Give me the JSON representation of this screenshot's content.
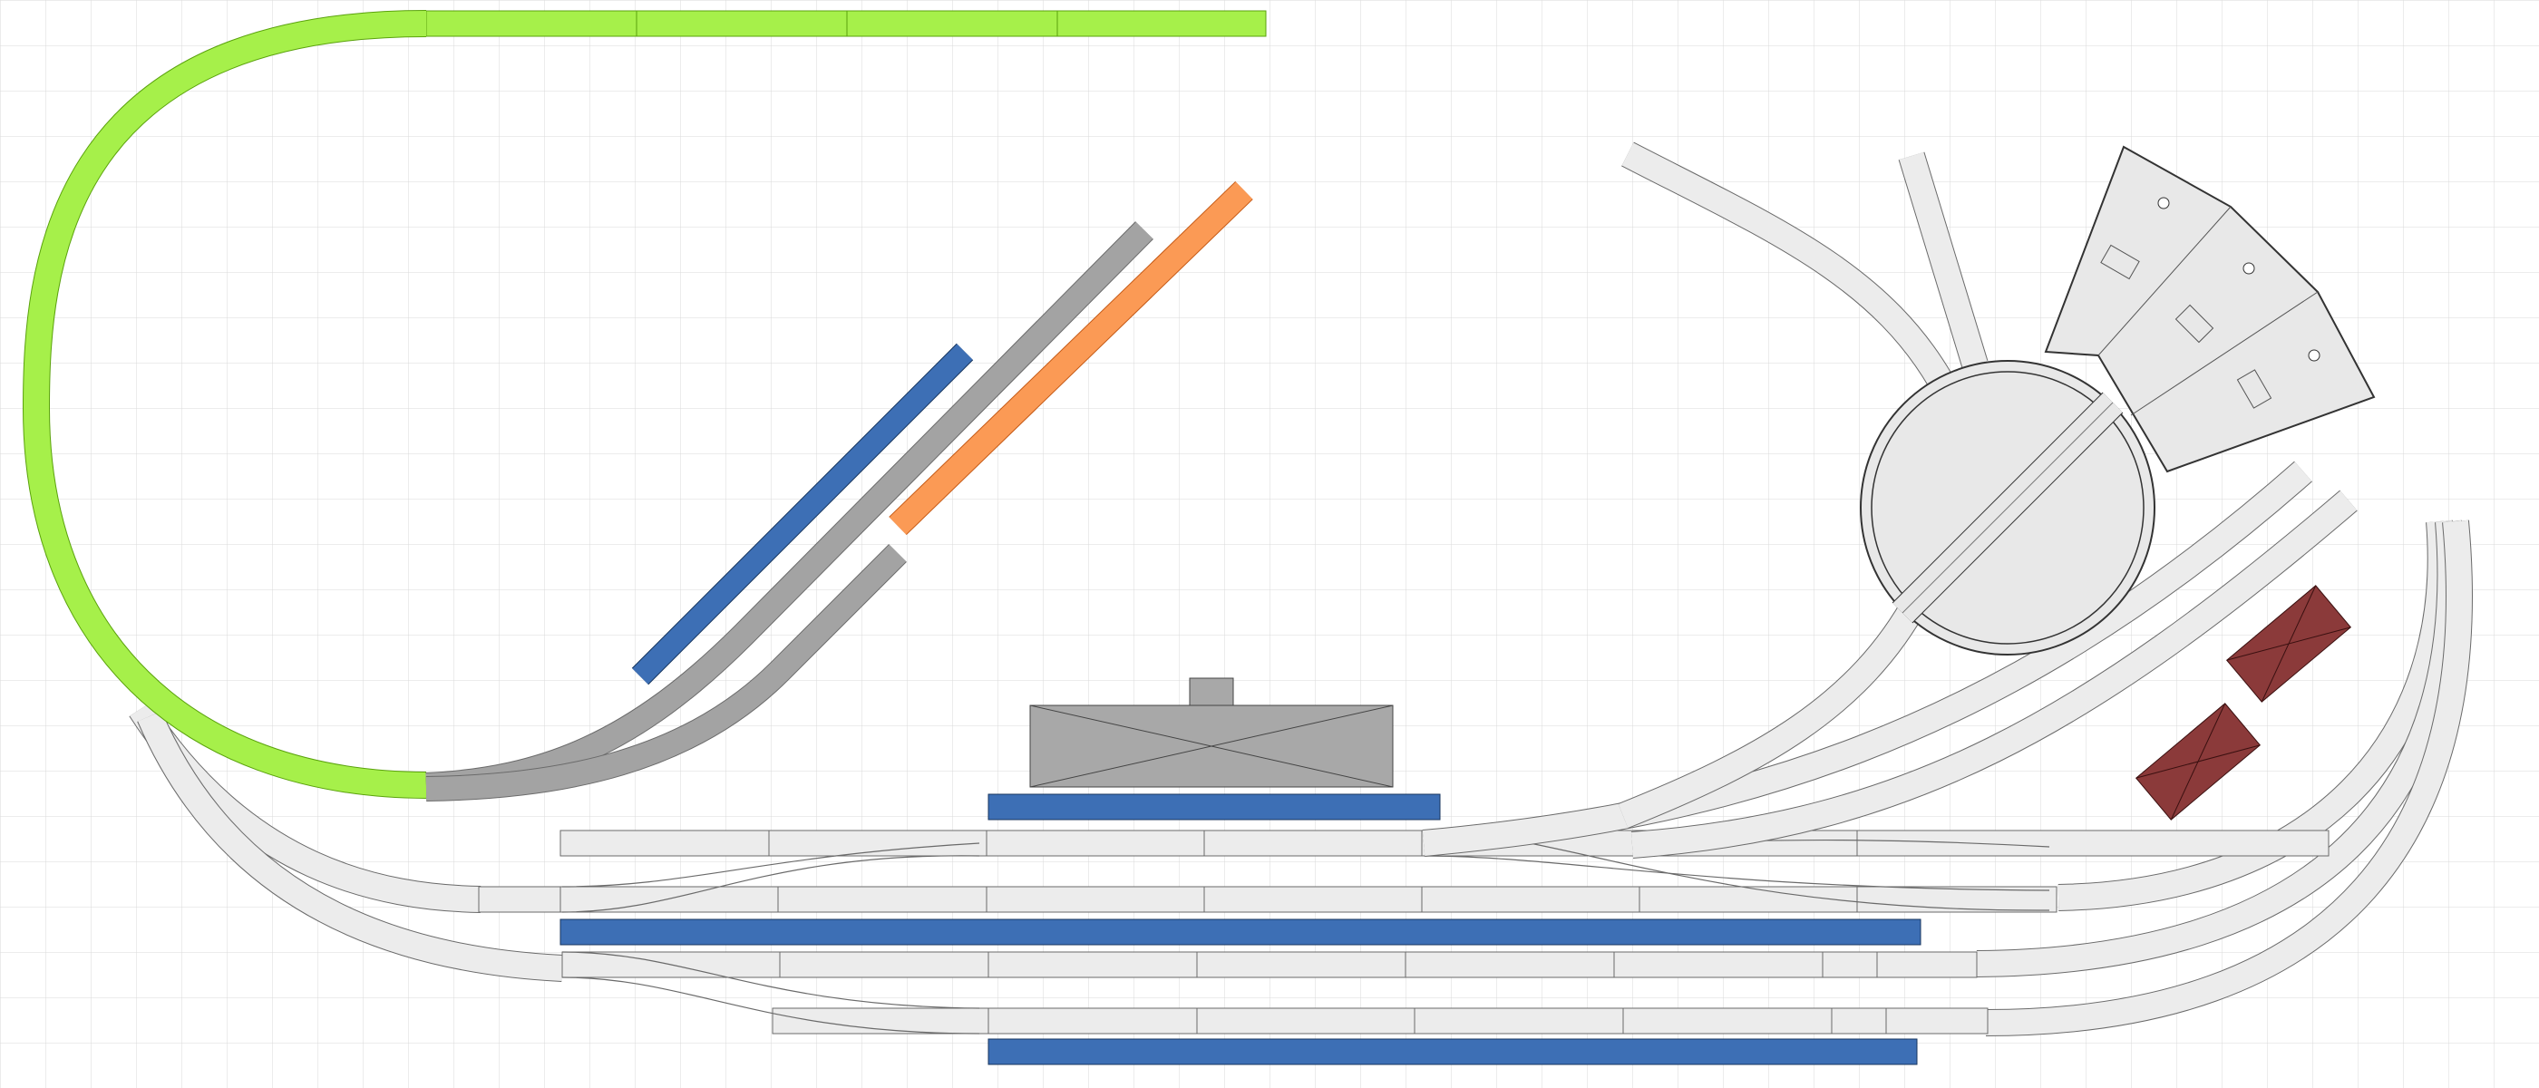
{
  "canvas": {
    "background": "#ffffff",
    "grid_color": "#d9d9d9"
  },
  "colors": {
    "track_fill": "#ececec",
    "track_edge": "#6a6a6a",
    "green_track": "#a6f04a",
    "green_edge": "#5aa20c",
    "gray_track": "#a3a3a3",
    "gray_edge": "#6a6a6a",
    "orange_track": "#fb9a55",
    "orange_edge": "#c55a16",
    "platform": "#3d6fb5",
    "platform_edge": "#18365e",
    "station_building": "#a8a8a8",
    "turntable_fill": "#e8e8e8",
    "engine_shed": "#e8e8e8",
    "freight_shed": "#8b3a3a"
  },
  "layout": {
    "elements": [
      "green-loop-track",
      "gray-siding-tracks",
      "orange-siding-track",
      "blue-platforms",
      "station-building",
      "turntable",
      "engine-shed",
      "freight-sheds",
      "main-yard-tracks",
      "outer-return-tracks"
    ]
  }
}
